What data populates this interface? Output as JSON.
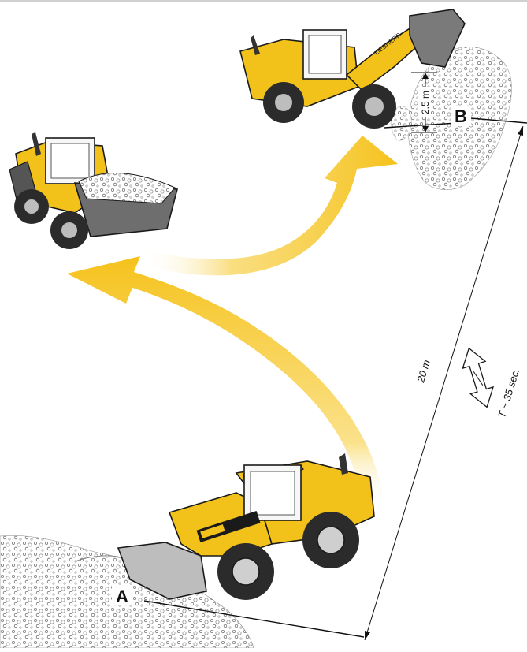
{
  "diagram": {
    "point_a_label": "A",
    "point_b_label": "B",
    "lift_height_label": "2.5 m",
    "distance_label": "20 m",
    "cycle_time_label": "T ~ 35 sec."
  },
  "colors": {
    "machine_yellow": "#f2c21a",
    "arrow_yellow": "#f7c92a",
    "arrow_fade": "#fff6d6",
    "outline": "#1a1a1a",
    "tire": "#2b2b2b",
    "gravel": "#9a9a9a"
  },
  "icons": [
    "wheel-loader-digging",
    "wheel-loader-carrying",
    "wheel-loader-dumping",
    "double-arrow-icon"
  ]
}
